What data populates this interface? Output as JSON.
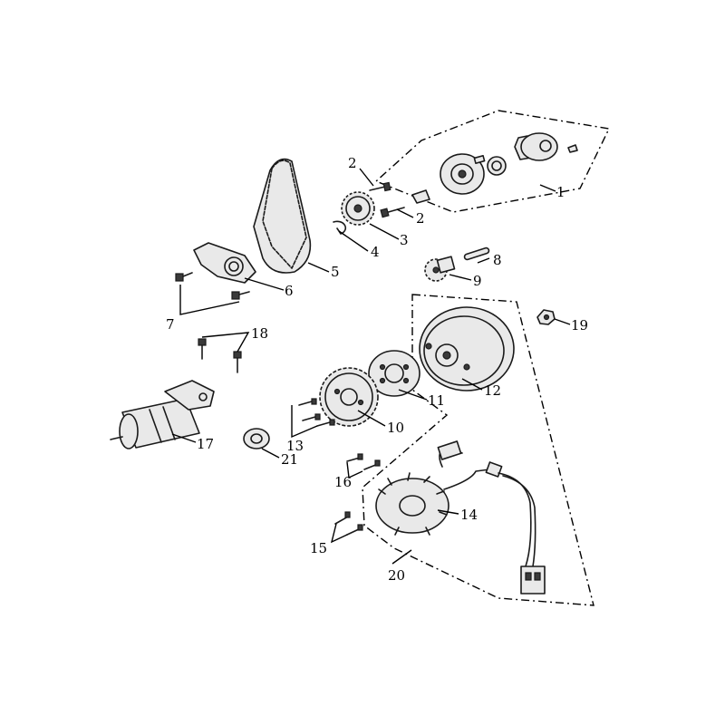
{
  "callouts": {
    "c1": "1",
    "c2a": "2",
    "c2b": "2",
    "c3": "3",
    "c4": "4",
    "c5": "5",
    "c6": "6",
    "c7": "7",
    "c8": "8",
    "c9": "9",
    "c10": "10",
    "c11": "11",
    "c12": "12",
    "c13": "13",
    "c14": "14",
    "c15": "15",
    "c16": "16",
    "c17": "17",
    "c18": "18",
    "c19": "19",
    "c20": "20",
    "c21": "21"
  },
  "colors": {
    "ink": "#1a1a1a",
    "shade": "#e9e9e9",
    "background": "#ffffff"
  }
}
